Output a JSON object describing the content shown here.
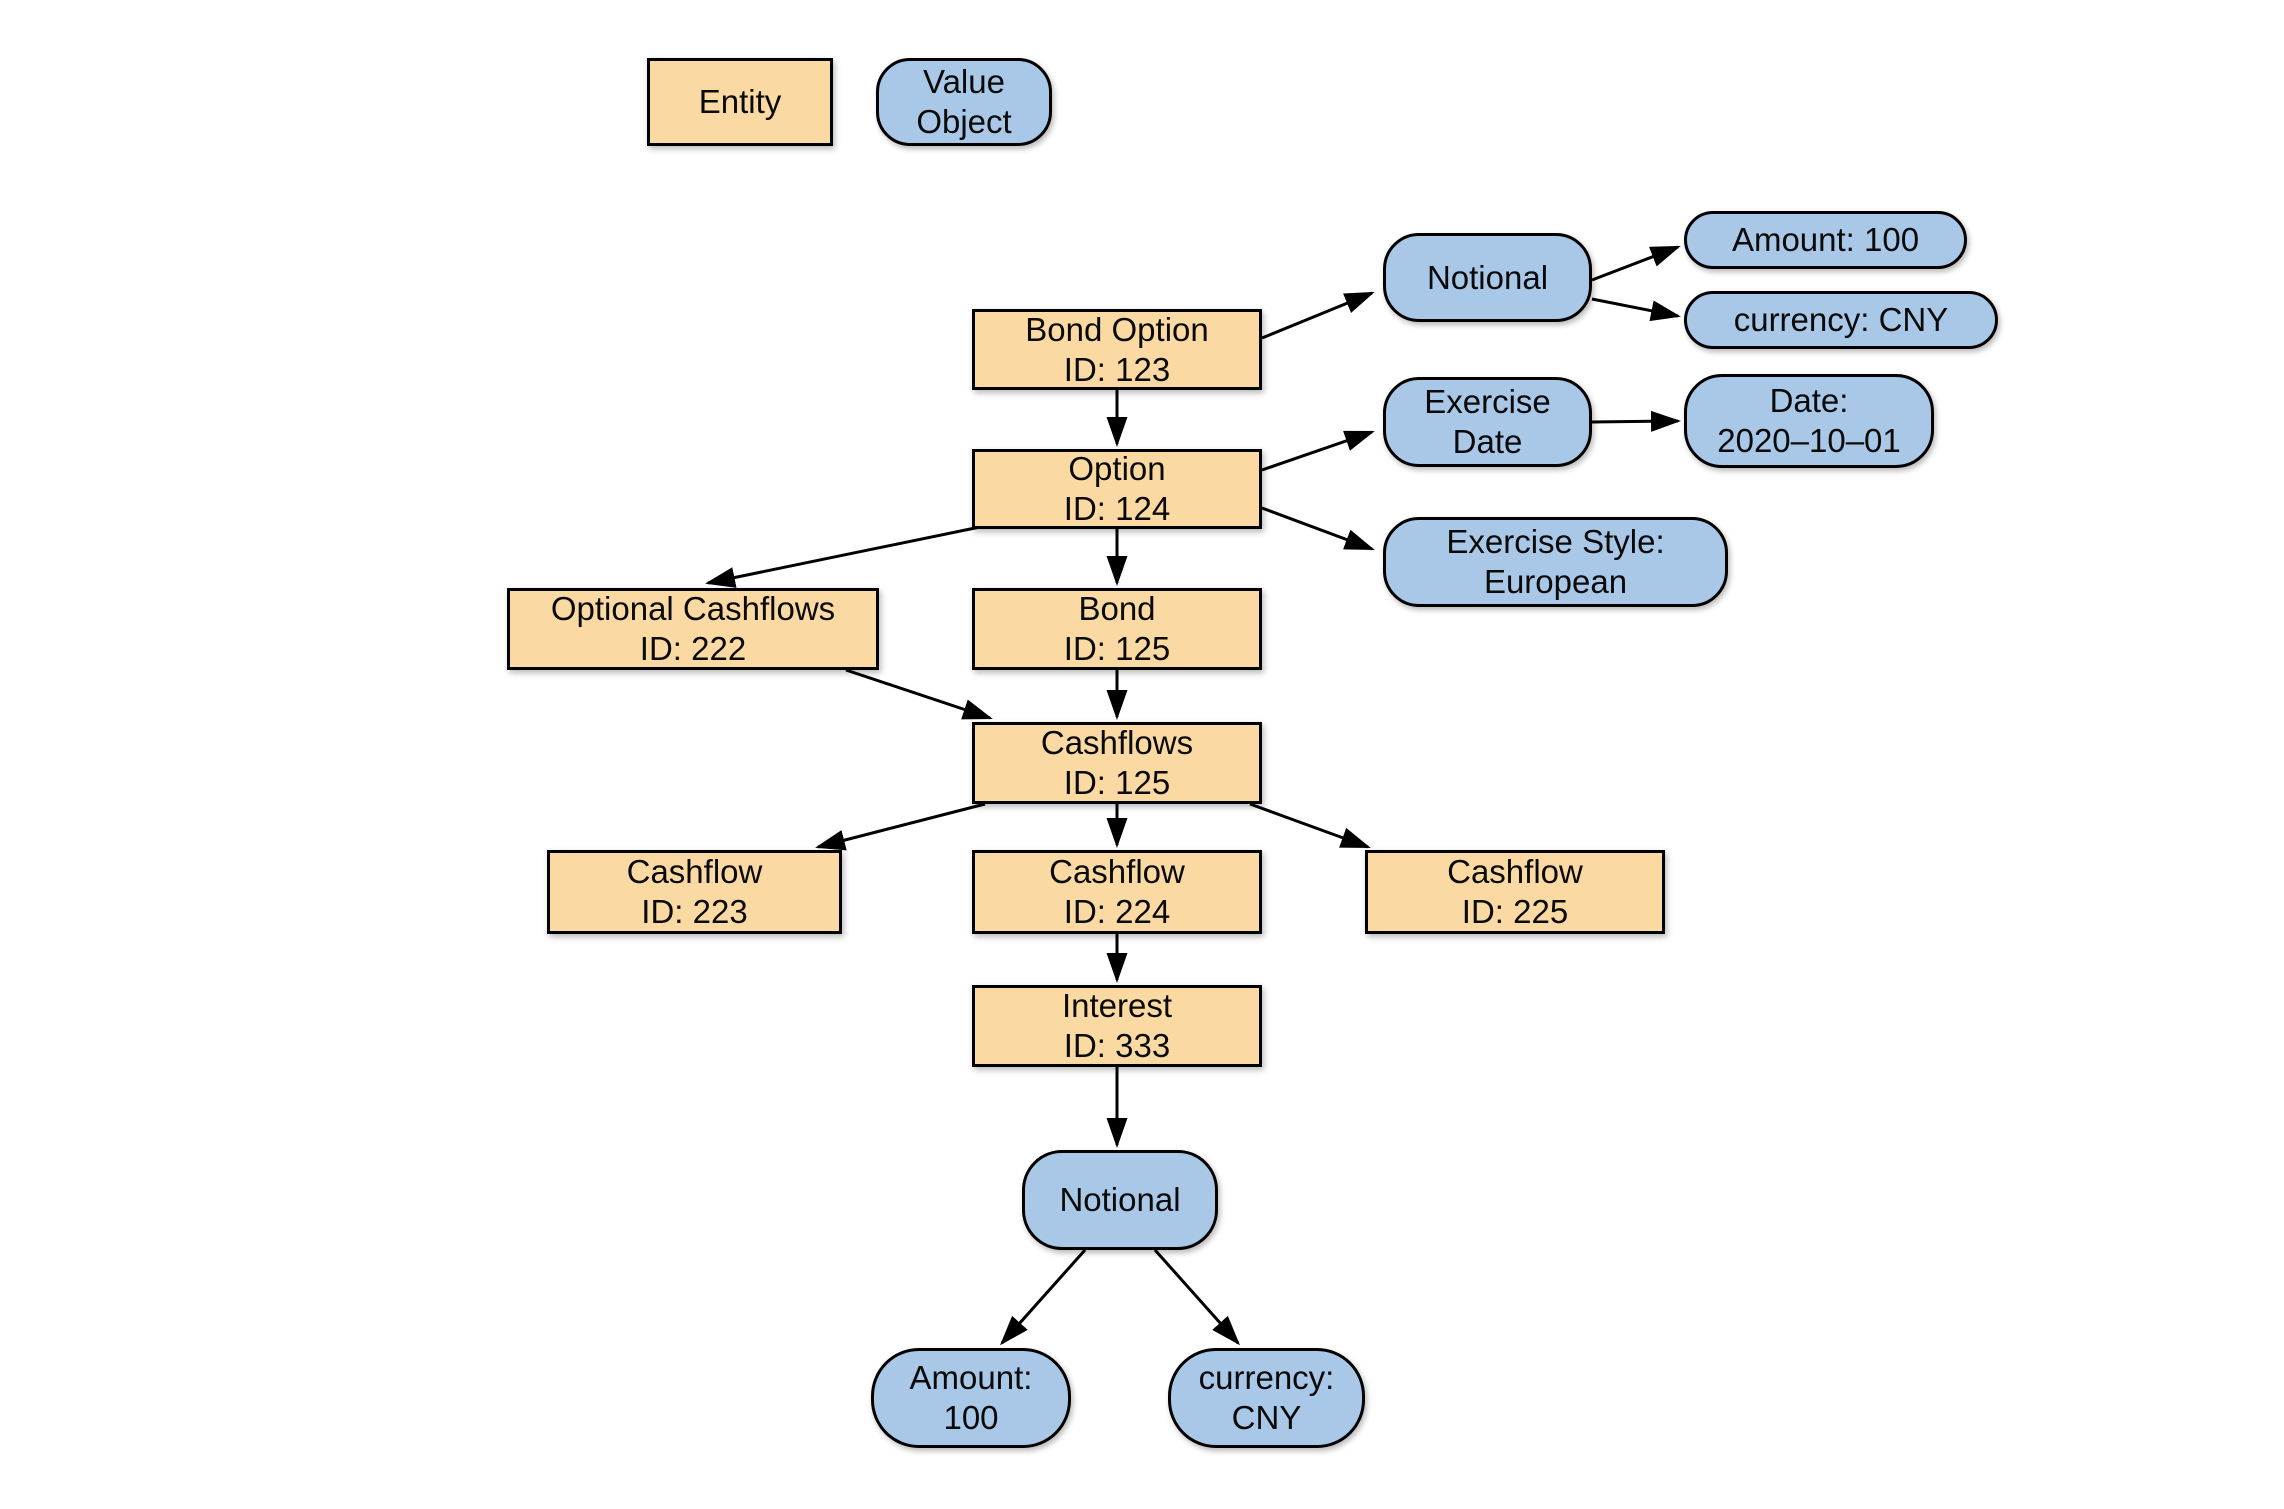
{
  "colors": {
    "background": "#FFFFFF",
    "entity_fill": "#FBD9A3",
    "value_object_fill": "#A9C7E7",
    "border": "#000000",
    "arrow": "#000000"
  },
  "legend": [
    {
      "id": "legend-entity",
      "kind": "entity",
      "lines": [
        "Entity"
      ]
    },
    {
      "id": "legend-value-object",
      "kind": "value-object",
      "lines": [
        "Value",
        "Object"
      ]
    }
  ],
  "nodes": [
    {
      "id": "bond-option",
      "kind": "entity",
      "lines": [
        "Bond Option",
        "ID: 123"
      ]
    },
    {
      "id": "notional-top",
      "kind": "value-object",
      "lines": [
        "Notional"
      ]
    },
    {
      "id": "amount-top",
      "kind": "value-object",
      "lines": [
        "Amount: 100"
      ]
    },
    {
      "id": "currency-top",
      "kind": "value-object",
      "lines": [
        "currency: CNY"
      ]
    },
    {
      "id": "option",
      "kind": "entity",
      "lines": [
        "Option",
        "ID: 124"
      ]
    },
    {
      "id": "exercise-date",
      "kind": "value-object",
      "lines": [
        "Exercise",
        "Date"
      ]
    },
    {
      "id": "date-value",
      "kind": "value-object",
      "lines": [
        "Date:",
        "2020–10–01"
      ]
    },
    {
      "id": "exercise-style",
      "kind": "value-object",
      "lines": [
        "Exercise Style:",
        "European"
      ]
    },
    {
      "id": "optional-cashflows",
      "kind": "entity",
      "lines": [
        "Optional Cashflows",
        "ID: 222"
      ]
    },
    {
      "id": "bond",
      "kind": "entity",
      "lines": [
        "Bond",
        "ID: 125"
      ]
    },
    {
      "id": "cashflows",
      "kind": "entity",
      "lines": [
        "Cashflows",
        "ID: 125"
      ]
    },
    {
      "id": "cashflow-223",
      "kind": "entity",
      "lines": [
        "Cashflow",
        "ID: 223"
      ]
    },
    {
      "id": "cashflow-224",
      "kind": "entity",
      "lines": [
        "Cashflow",
        "ID: 224"
      ]
    },
    {
      "id": "cashflow-225",
      "kind": "entity",
      "lines": [
        "Cashflow",
        "ID: 225"
      ]
    },
    {
      "id": "interest",
      "kind": "entity",
      "lines": [
        "Interest",
        "ID: 333"
      ]
    },
    {
      "id": "notional-bottom",
      "kind": "value-object",
      "lines": [
        "Notional"
      ]
    },
    {
      "id": "amount-bottom",
      "kind": "value-object",
      "lines": [
        "Amount:",
        "100"
      ]
    },
    {
      "id": "currency-bottom",
      "kind": "value-object",
      "lines": [
        "currency:",
        "CNY"
      ]
    }
  ],
  "edges": [
    {
      "from": "bond-option",
      "to": "notional-top"
    },
    {
      "from": "notional-top",
      "to": "amount-top"
    },
    {
      "from": "notional-top",
      "to": "currency-top"
    },
    {
      "from": "bond-option",
      "to": "option"
    },
    {
      "from": "option",
      "to": "exercise-date"
    },
    {
      "from": "exercise-date",
      "to": "date-value"
    },
    {
      "from": "option",
      "to": "exercise-style"
    },
    {
      "from": "option",
      "to": "optional-cashflows"
    },
    {
      "from": "option",
      "to": "bond"
    },
    {
      "from": "bond",
      "to": "cashflows"
    },
    {
      "from": "optional-cashflows",
      "to": "cashflows"
    },
    {
      "from": "cashflows",
      "to": "cashflow-223"
    },
    {
      "from": "cashflows",
      "to": "cashflow-224"
    },
    {
      "from": "cashflows",
      "to": "cashflow-225"
    },
    {
      "from": "cashflow-224",
      "to": "interest"
    },
    {
      "from": "interest",
      "to": "notional-bottom"
    },
    {
      "from": "notional-bottom",
      "to": "amount-bottom"
    },
    {
      "from": "notional-bottom",
      "to": "currency-bottom"
    }
  ]
}
